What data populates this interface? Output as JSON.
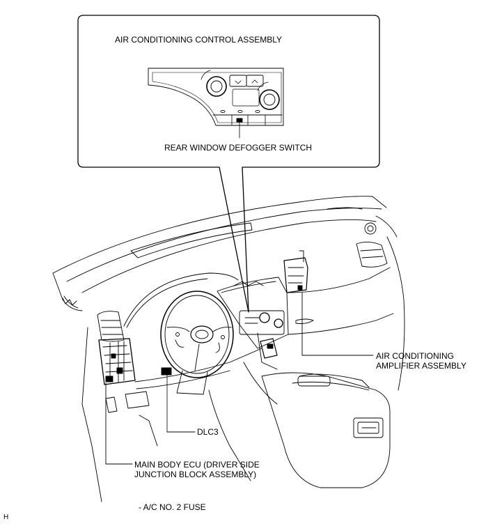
{
  "labels": {
    "ac_control_assembly": "AIR CONDITIONING CONTROL ASSEMBLY",
    "rear_defogger_switch": "REAR WINDOW DEFOGGER SWITCH",
    "ac_amplifier_line1": "AIR CONDITIONING",
    "ac_amplifier_line2": "AMPLIFIER ASSEMBLY",
    "dlc3": "DLC3",
    "main_body_ecu_line1": "MAIN BODY ECU (DRIVER SIDE",
    "main_body_ecu_line2": "JUNCTION BLOCK ASSEMBLY)",
    "fuse_note": "- A/C NO. 2 FUSE",
    "corner_mark": "H"
  }
}
